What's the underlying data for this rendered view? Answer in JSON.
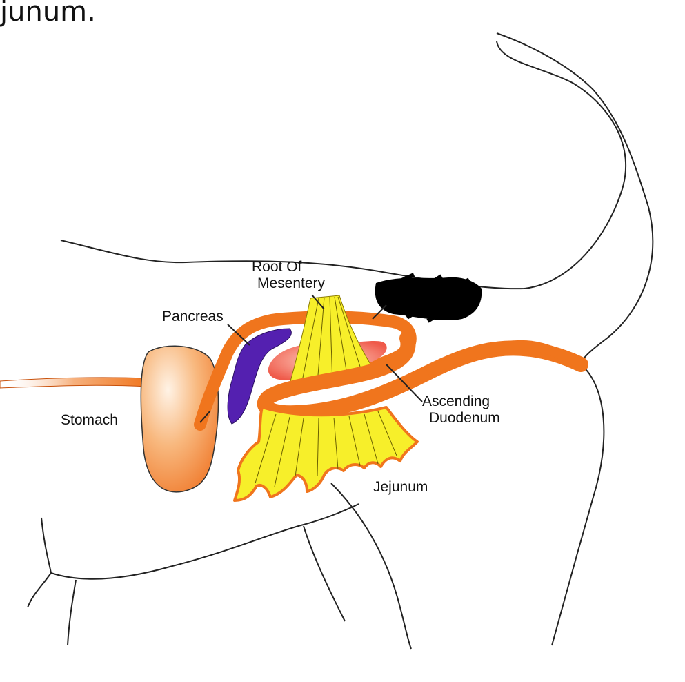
{
  "caption": "junum.",
  "labels": {
    "root_line1": "Root Of",
    "root_line2": "Mesentery",
    "pancreas": "Pancreas",
    "stomach": "Stomach",
    "ascending_line1": "Ascending",
    "ascending_line2": "Duodenum",
    "jejunum": "Jejunum"
  },
  "colors": {
    "outline": "#222222",
    "intestine": "#f0751d",
    "intestine_edge": "#c8500a",
    "stomach_light": "#fff0e2",
    "stomach_dark": "#f07a28",
    "pancreas": "#5420b0",
    "mesentery": "#f7ef2a",
    "inner_red": "#ef5a4a",
    "redacted": "#000000"
  }
}
